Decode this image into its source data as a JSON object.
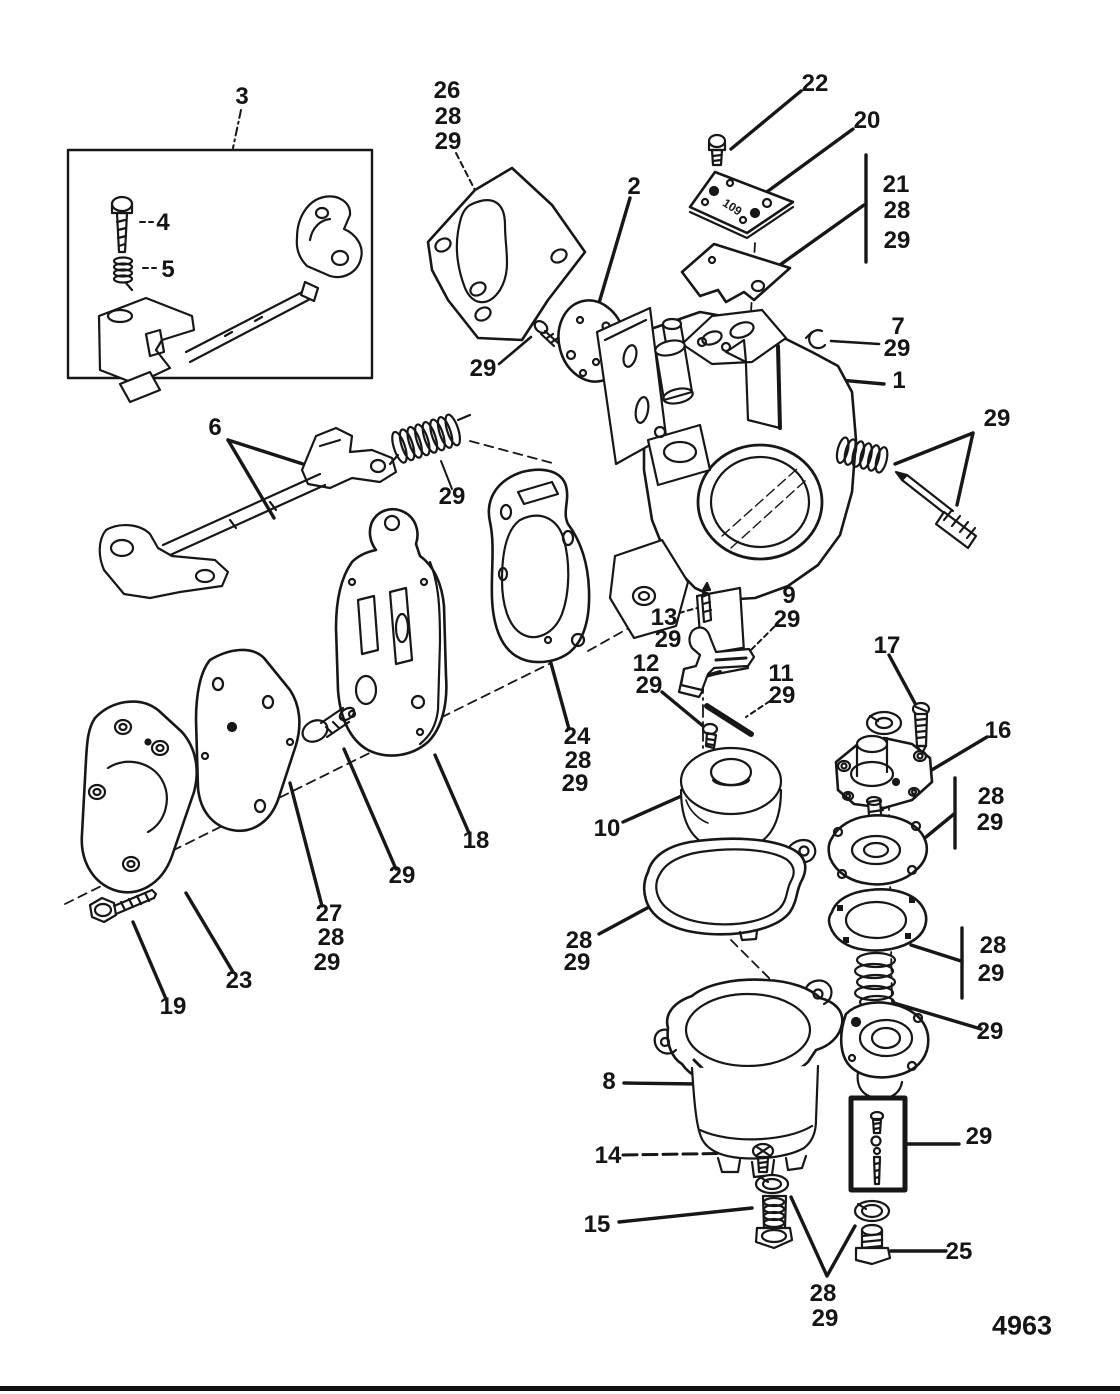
{
  "figure": {
    "code": "4963",
    "kind": "exploded parts diagram",
    "subject": "Carburetor assembly"
  },
  "markings": {
    "plate20": "109"
  },
  "callouts": [
    {
      "label": "3"
    },
    {
      "label": "4"
    },
    {
      "label": "5"
    },
    {
      "label": "26"
    },
    {
      "label": "28"
    },
    {
      "label": "29"
    },
    {
      "label": "2"
    },
    {
      "label": "29"
    },
    {
      "label": "22"
    },
    {
      "label": "20"
    },
    {
      "label": "21"
    },
    {
      "label": "28"
    },
    {
      "label": "29"
    },
    {
      "label": "7"
    },
    {
      "label": "29"
    },
    {
      "label": "1"
    },
    {
      "label": "29"
    },
    {
      "label": "6"
    },
    {
      "label": "29"
    },
    {
      "label": "9"
    },
    {
      "label": "29"
    },
    {
      "label": "13"
    },
    {
      "label": "29"
    },
    {
      "label": "12"
    },
    {
      "label": "29"
    },
    {
      "label": "11"
    },
    {
      "label": "29"
    },
    {
      "label": "17"
    },
    {
      "label": "16"
    },
    {
      "label": "28"
    },
    {
      "label": "29"
    },
    {
      "label": "24"
    },
    {
      "label": "28"
    },
    {
      "label": "29"
    },
    {
      "label": "10"
    },
    {
      "label": "18"
    },
    {
      "label": "29"
    },
    {
      "label": "27"
    },
    {
      "label": "28"
    },
    {
      "label": "29"
    },
    {
      "label": "28"
    },
    {
      "label": "29"
    },
    {
      "label": "28"
    },
    {
      "label": "29"
    },
    {
      "label": "23"
    },
    {
      "label": "19"
    },
    {
      "label": "29"
    },
    {
      "label": "8"
    },
    {
      "label": "29"
    },
    {
      "label": "14"
    },
    {
      "label": "15"
    },
    {
      "label": "25"
    },
    {
      "label": "28"
    },
    {
      "label": "29"
    }
  ]
}
